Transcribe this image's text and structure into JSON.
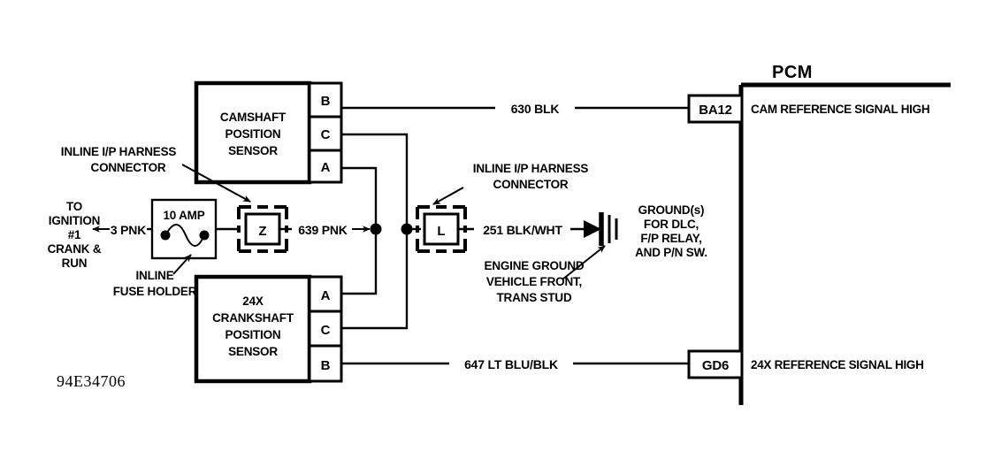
{
  "diagram": {
    "drawing_code": "94E34706",
    "module": {
      "name": "PCM",
      "terminals": [
        {
          "pin": "BA12",
          "signal": "CAM REFERENCE SIGNAL HIGH"
        },
        {
          "pin": "GD6",
          "signal": "24X REFERENCE SIGNAL HIGH"
        }
      ]
    },
    "components": [
      {
        "id": "camshaft-position-sensor",
        "lines": [
          "CAMSHAFT",
          "POSITION",
          "SENSOR"
        ],
        "pins": [
          "B",
          "C",
          "A"
        ]
      },
      {
        "id": "crankshaft-position-sensor-24x",
        "lines": [
          "24X",
          "CRANKSHAFT",
          "POSITION",
          "SENSOR"
        ],
        "pins": [
          "A",
          "C",
          "B"
        ]
      }
    ],
    "fuse": {
      "rating": "10 AMP",
      "caption_lines": [
        "INLINE",
        "FUSE HOLDER"
      ]
    },
    "connectors": [
      {
        "id": "connector-z",
        "letter": "Z",
        "caption_lines": [
          "INLINE I/P HARNESS",
          "CONNECTOR"
        ]
      },
      {
        "id": "connector-l",
        "letter": "L",
        "caption_lines": [
          "INLINE I/P HARNESS",
          "CONNECTOR"
        ]
      }
    ],
    "source_label": {
      "lines": [
        "TO",
        "IGNITION",
        "#1",
        "CRANK &",
        "RUN"
      ]
    },
    "ground": {
      "caption_lines": [
        "ENGINE GROUND",
        "VEHICLE FRONT,",
        "TRANS STUD"
      ],
      "note_lines": [
        "GROUND(s)",
        "FOR DLC,",
        "F/P RELAY,",
        "AND P/N SW."
      ]
    },
    "wires": [
      {
        "id": "wire-630-blk",
        "label": "630 BLK"
      },
      {
        "id": "wire-3-pnk",
        "label": "3 PNK"
      },
      {
        "id": "wire-639-pnk",
        "label": "639 PNK"
      },
      {
        "id": "wire-251-blk-wht",
        "label": "251 BLK/WHT"
      },
      {
        "id": "wire-647-lt-blu-blk",
        "label": "647 LT BLU/BLK"
      }
    ]
  }
}
